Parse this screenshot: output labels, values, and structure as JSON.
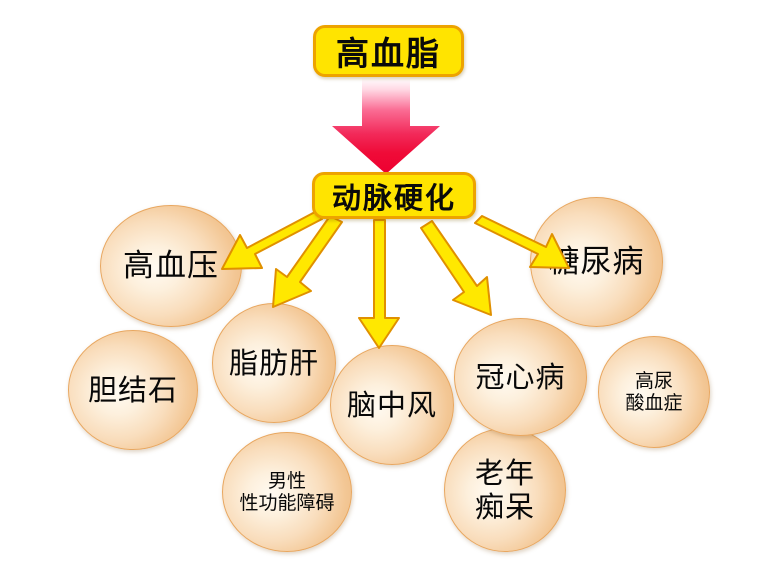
{
  "diagram": {
    "root": {
      "label": "高血脂"
    },
    "hub": {
      "label": "动脉硬化"
    },
    "outcomes": [
      {
        "id": "hypertension",
        "lines": [
          "高血压"
        ]
      },
      {
        "id": "diabetes",
        "lines": [
          "糖尿病"
        ]
      },
      {
        "id": "fattyliver",
        "lines": [
          "脂肪肝"
        ]
      },
      {
        "id": "gallstone",
        "lines": [
          "胆结石"
        ]
      },
      {
        "id": "chd",
        "lines": [
          "冠心病"
        ]
      },
      {
        "id": "stroke",
        "lines": [
          "脑中风"
        ]
      },
      {
        "id": "hyperuricemia",
        "lines": [
          "高尿",
          "酸血症"
        ]
      },
      {
        "id": "ed",
        "lines": [
          "男性",
          "性功能障碍"
        ]
      },
      {
        "id": "dementia",
        "lines": [
          "老年",
          "痴呆"
        ]
      }
    ],
    "colors": {
      "box_fill": "#ffe400",
      "box_border": "#eda300",
      "red_arrow_top": "#ffffff",
      "red_arrow_bottom": "#ee0033",
      "yellow_arrow_fill": "#ffe800",
      "yellow_arrow_border": "#e09000",
      "circle_fill_light": "#fffaf1",
      "circle_fill_dark": "#eebb83",
      "circle_border": "#e8a760",
      "text": "#080808",
      "background": "#ffffff"
    }
  }
}
